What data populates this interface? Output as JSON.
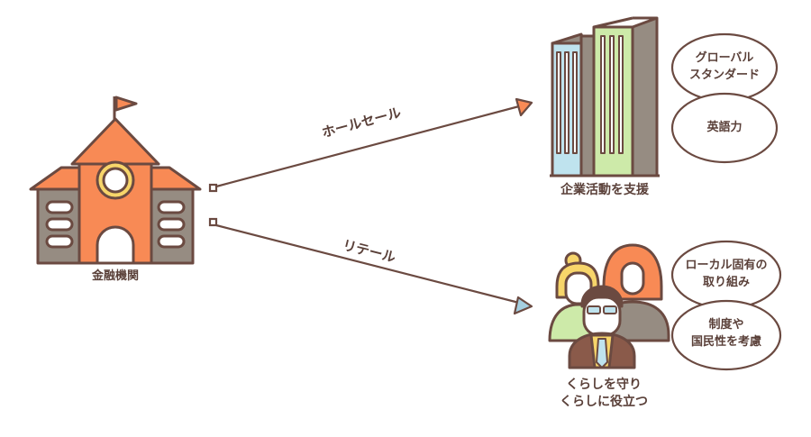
{
  "institution": {
    "label": "金融機関"
  },
  "arrows": {
    "wholesale": "ホールセール",
    "retail": "リテール"
  },
  "corporate": {
    "label": "企業活動を支援",
    "bubbles": [
      {
        "line1": "グローバル",
        "line2": "スタンダード"
      },
      {
        "line1": "英語力",
        "line2": ""
      }
    ]
  },
  "people": {
    "label_line1": "くらしを守り",
    "label_line2": "くらしに役立つ",
    "bubbles": [
      {
        "line1": "ローカル固有の",
        "line2": "取り組み"
      },
      {
        "line1": "制度や",
        "line2": "国民性を考慮"
      }
    ]
  },
  "colors": {
    "outline": "#6b4a41",
    "orange": "#f88a55",
    "gray": "#968c82",
    "blue": "#bfe3ee",
    "green": "#cdeaa9",
    "yellow": "#f7d56a",
    "skin": "#ffffff"
  }
}
